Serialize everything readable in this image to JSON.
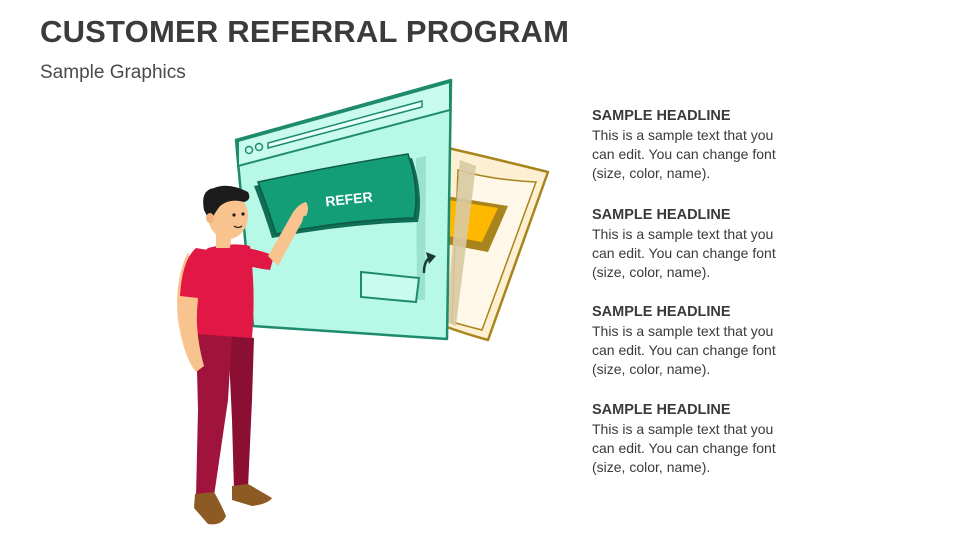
{
  "slide": {
    "title": "CUSTOMER REFERRAL PROGRAM",
    "subtitle": "Sample Graphics"
  },
  "illustration": {
    "button_label": "REFER",
    "colors": {
      "window_fill": "#b8f8e6",
      "window_stroke": "#1e8c6c",
      "button_fill": "#139e78",
      "back_window_fill": "#fdefd2",
      "back_window_stroke": "#a8841c",
      "back_button_fill": "#ffb800",
      "shirt": "#e11745",
      "pants": "#a0133d",
      "skin": "#f9c38f",
      "hair": "#1c1c1c",
      "shoes": "#8e5a23"
    },
    "icons": [
      "person-figure",
      "browser-window",
      "cursor-arrow-icon"
    ]
  },
  "blocks": [
    {
      "headline": "SAMPLE HEADLINE",
      "lines": [
        "This is a sample text that you",
        "can edit. You can change font",
        "(size, color, name)."
      ]
    },
    {
      "headline": "SAMPLE HEADLINE",
      "lines": [
        "This is a sample text that you",
        "can edit. You can change font",
        "(size, color, name)."
      ]
    },
    {
      "headline": "SAMPLE HEADLINE",
      "lines": [
        "This is a sample text that you",
        "can edit. You can change font",
        "(size, color, name)."
      ]
    },
    {
      "headline": "SAMPLE HEADLINE",
      "lines": [
        "This is a sample text that you",
        "can edit. You can change font",
        "(size, color, name)."
      ]
    }
  ]
}
